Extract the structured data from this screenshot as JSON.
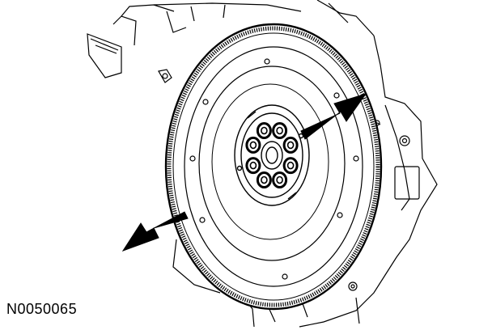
{
  "figure": {
    "code": "N0050065",
    "colors": {
      "line": "#000000",
      "background": "#ffffff"
    },
    "parts": [
      "engine-block",
      "flywheel",
      "ring-gear",
      "crankshaft-flange",
      "flywheel-bolts",
      "callout-arrow"
    ],
    "bolt_count": 8,
    "arrow_count": 2
  }
}
